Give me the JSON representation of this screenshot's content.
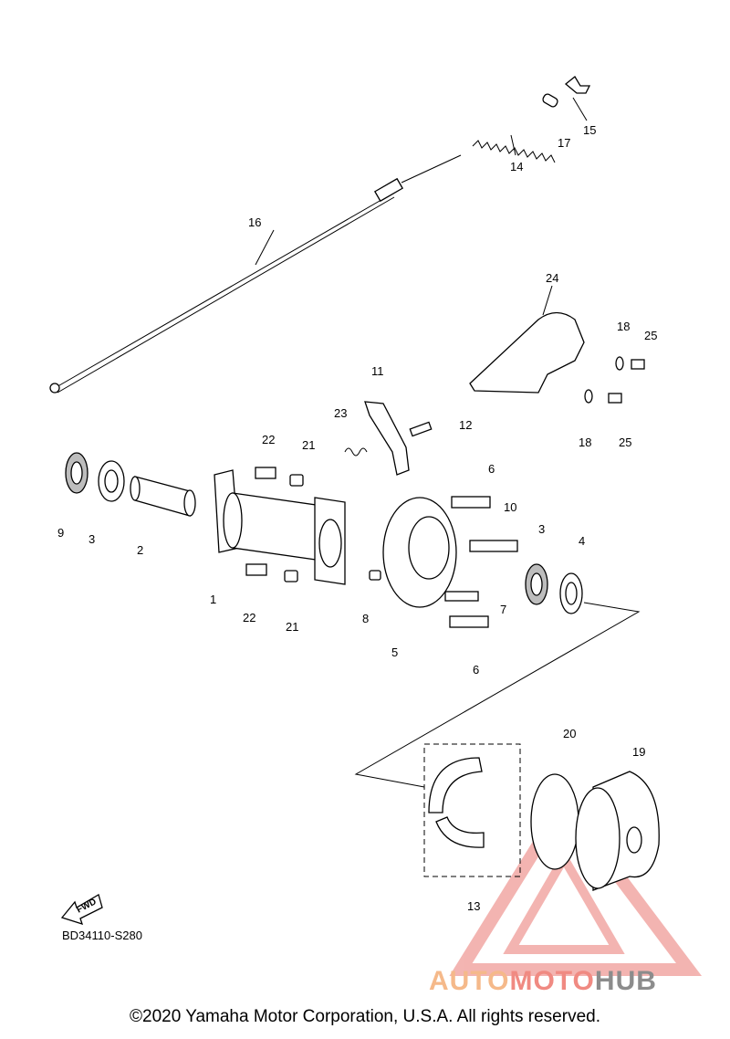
{
  "diagram": {
    "callouts": [
      "1",
      "2",
      "3",
      "3",
      "4",
      "5",
      "6",
      "6",
      "7",
      "8",
      "9",
      "10",
      "11",
      "12",
      "13",
      "14",
      "15",
      "16",
      "17",
      "18",
      "18",
      "19",
      "20",
      "21",
      "21",
      "22",
      "22",
      "23",
      "24",
      "25",
      "25"
    ],
    "fwd_label": "FWD",
    "drawing_code": "BD34110-S280",
    "copyright": "©2020 Yamaha Motor Corporation, U.S.A. All rights reserved."
  },
  "watermark": {
    "part1": "AUTO",
    "part2": "MOTO",
    "part3": "HUB",
    "colors": {
      "auto": "#f5b98a",
      "moto": "#f08a82",
      "hub": "#8c8c8c",
      "triangle": "#e55b55"
    }
  }
}
